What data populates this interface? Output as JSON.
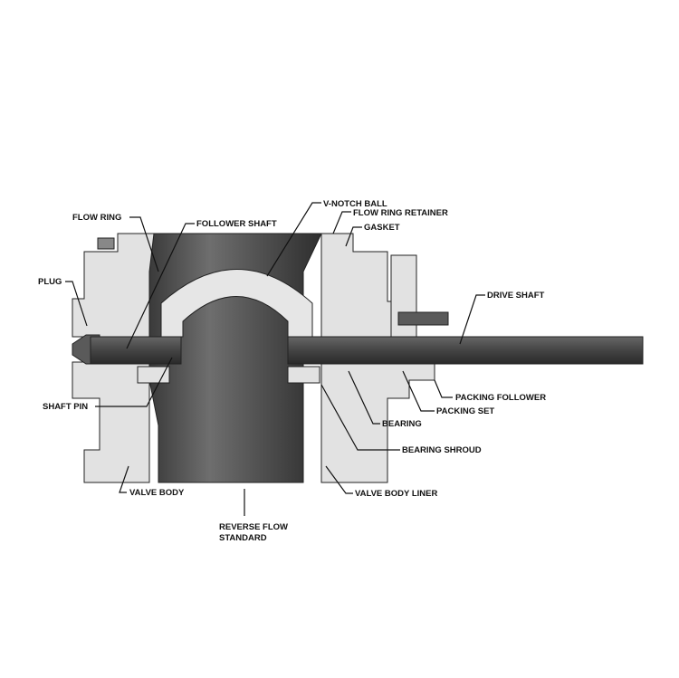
{
  "title": "V-Notch Ball Valve Cross Section",
  "labels": {
    "flow_ring": "FLOW RING",
    "follower_shaft": "FOLLOWER SHAFT",
    "v_notch_ball": "V-NOTCH BALL",
    "flow_ring_retainer": "FLOW RING RETAINER",
    "gasket": "GASKET",
    "plug": "PLUG",
    "drive_shaft": "DRIVE SHAFT",
    "shaft_pin": "SHAFT PIN",
    "packing_follower": "PACKING FOLLOWER",
    "packing_set": "PACKING SET",
    "bearing": "BEARING",
    "bearing_shroud": "BEARING SHROUD",
    "valve_body": "VALVE BODY",
    "valve_body_liner": "VALVE BODY LINER",
    "flow_line1": "REVERSE FLOW",
    "flow_line2": "STANDARD"
  }
}
